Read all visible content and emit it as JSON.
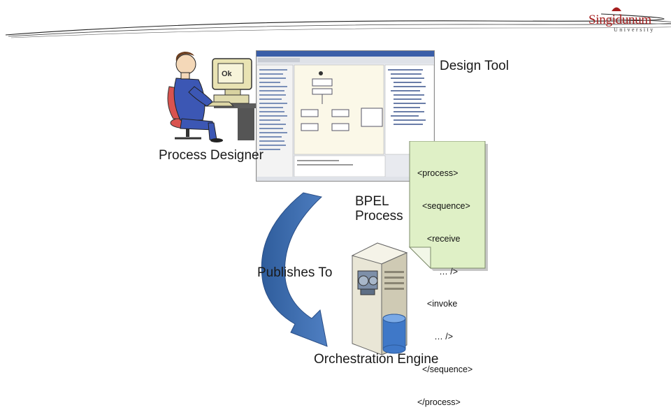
{
  "logo": {
    "name": "Singidunum",
    "subtitle": "University"
  },
  "labels": {
    "design_tool": "Design Tool",
    "process_designer": "Process Designer",
    "bpel_process_line1": "BPEL",
    "bpel_process_line2": "Process",
    "publishes_to": "Publishes To",
    "orchestration_engine": "Orchestration Engine"
  },
  "code_lines": [
    "<process>",
    "  <sequence>",
    "    <receive",
    "         … />",
    "    <invoke",
    "       … />",
    "  </sequence>",
    "</process>"
  ],
  "colors": {
    "brand_red": "#a51e1e",
    "arrow_blue": "#3f6fb0",
    "note_green": "#dff0c6"
  }
}
